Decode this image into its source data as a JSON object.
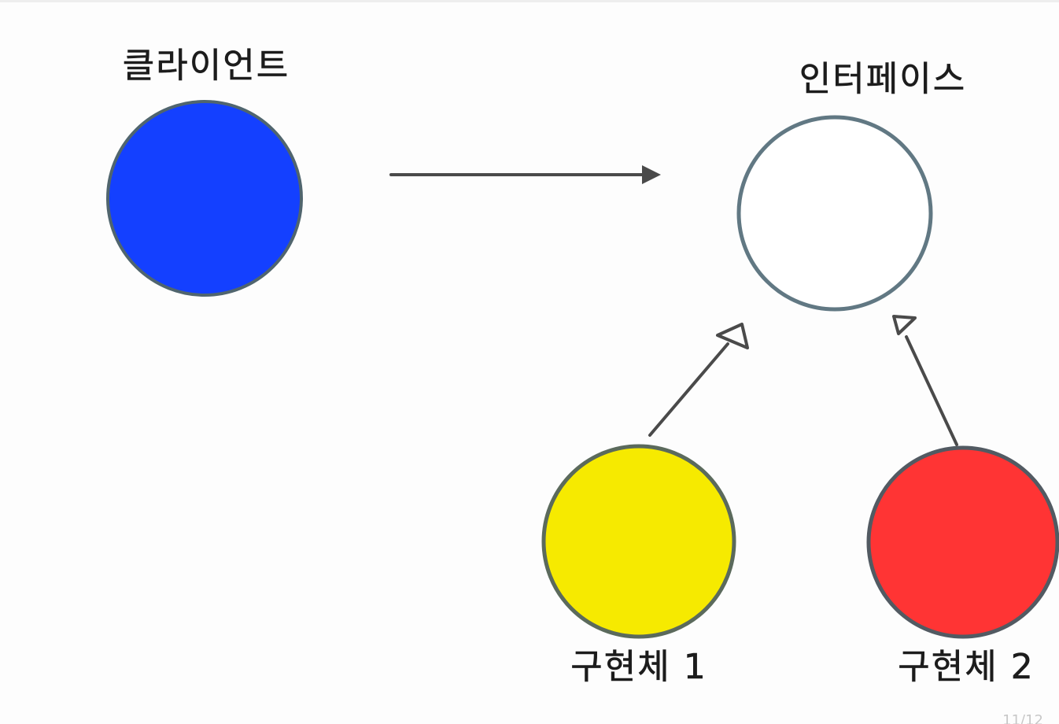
{
  "nodes": {
    "client": {
      "label": "클라이언트",
      "fill": "#1440ff",
      "stroke": "#50656e"
    },
    "interface": {
      "label": "인터페이스",
      "fill": "#ffffff",
      "stroke": "#617883"
    },
    "impl1": {
      "label": "구현체 1",
      "fill": "#f6ea00",
      "stroke": "#5b6a5c"
    },
    "impl2": {
      "label": "구현체 2",
      "fill": "#ff3434",
      "stroke": "#525a62"
    }
  },
  "edges": {
    "arrow_color": "#4a4a4a"
  },
  "footer": {
    "page_counter": "11/12"
  }
}
